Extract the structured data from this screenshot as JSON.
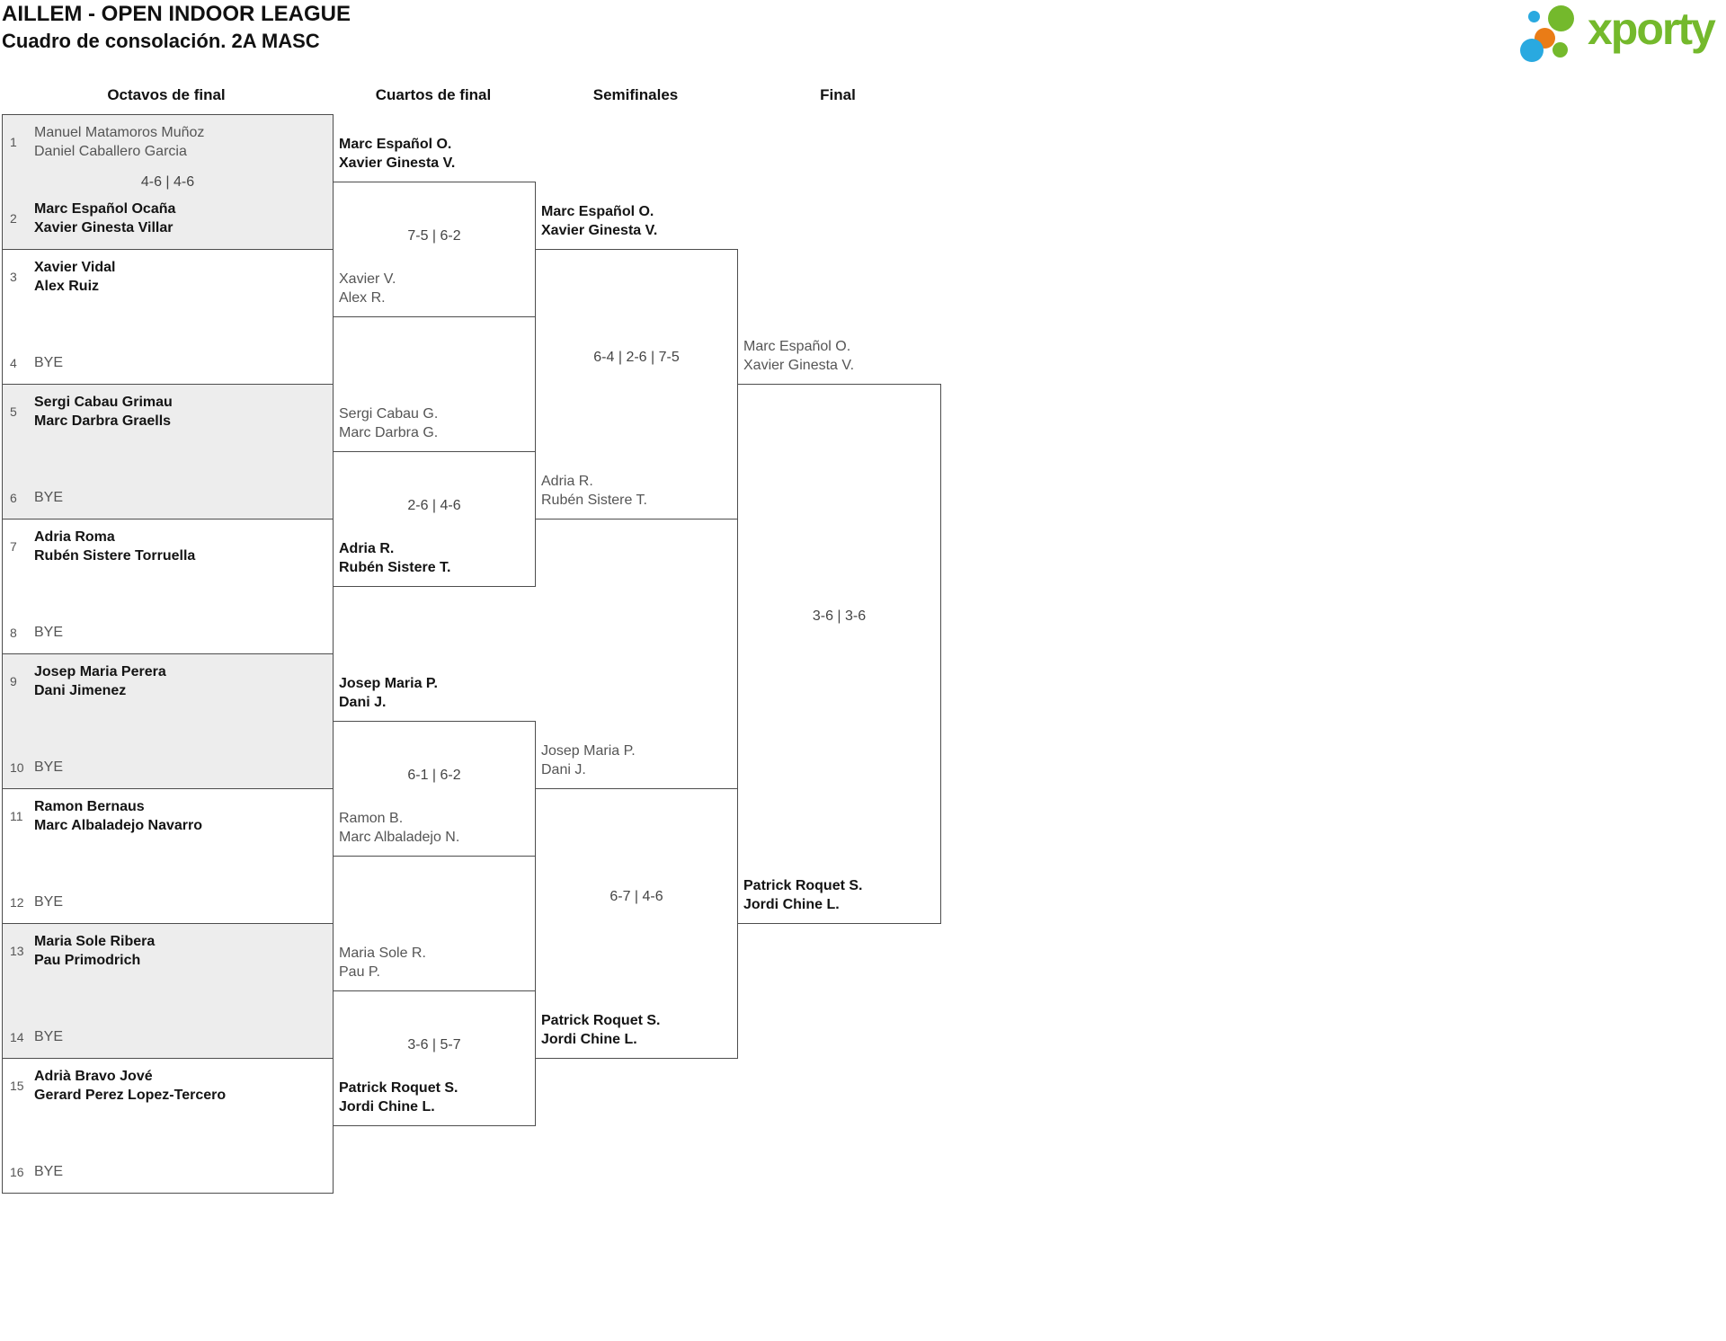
{
  "header": {
    "title": "AILLEM - OPEN INDOOR LEAGUE",
    "subtitle": "Cuadro de consolación. 2A MASC"
  },
  "logo": {
    "brand": "xporty",
    "green": "#74b92c",
    "blue": "#29a9e0",
    "orange": "#ea7c16"
  },
  "round_headers": [
    "Octavos de final",
    "Cuartos de final",
    "Semifinales",
    "Final"
  ],
  "octavos": [
    {
      "seed_top": "1",
      "top_line1": "Manuel Matamoros Muñoz",
      "top_line2": "Daniel Caballero Garcia",
      "top_bold": false,
      "score": "4-6 | 4-6",
      "seed_bottom": "2",
      "bottom_line1": "Marc Español Ocaña",
      "bottom_line2": "Xavier Ginesta Villar",
      "bottom_bold": true
    },
    {
      "seed_top": "3",
      "top_line1": "Xavier Vidal",
      "top_line2": "Alex Ruiz",
      "top_bold": true,
      "score": "",
      "seed_bottom": "4",
      "bottom_line1": "BYE",
      "bottom_line2": "",
      "bottom_bold": false
    },
    {
      "seed_top": "5",
      "top_line1": "Sergi Cabau Grimau",
      "top_line2": "Marc Darbra Graells",
      "top_bold": true,
      "score": "",
      "seed_bottom": "6",
      "bottom_line1": "BYE",
      "bottom_line2": "",
      "bottom_bold": false
    },
    {
      "seed_top": "7",
      "top_line1": "Adria Roma",
      "top_line2": "Rubén Sistere Torruella",
      "top_bold": true,
      "score": "",
      "seed_bottom": "8",
      "bottom_line1": "BYE",
      "bottom_line2": "",
      "bottom_bold": false
    },
    {
      "seed_top": "9",
      "top_line1": "Josep Maria Perera",
      "top_line2": "Dani Jimenez",
      "top_bold": true,
      "score": "",
      "seed_bottom": "10",
      "bottom_line1": "BYE",
      "bottom_line2": "",
      "bottom_bold": false
    },
    {
      "seed_top": "11",
      "top_line1": "Ramon Bernaus",
      "top_line2": "Marc Albaladejo Navarro",
      "top_bold": true,
      "score": "",
      "seed_bottom": "12",
      "bottom_line1": "BYE",
      "bottom_line2": "",
      "bottom_bold": false
    },
    {
      "seed_top": "13",
      "top_line1": "Maria Sole Ribera",
      "top_line2": "Pau Primodrich",
      "top_bold": true,
      "score": "",
      "seed_bottom": "14",
      "bottom_line1": "BYE",
      "bottom_line2": "",
      "bottom_bold": false
    },
    {
      "seed_top": "15",
      "top_line1": "Adrià Bravo Jové",
      "top_line2": "Gerard Perez Lopez-Tercero",
      "top_bold": true,
      "score": "",
      "seed_bottom": "16",
      "bottom_line1": "BYE",
      "bottom_line2": "",
      "bottom_bold": false
    }
  ],
  "cuartos": [
    {
      "top_line1": "Marc Español O.",
      "top_line2": "Xavier Ginesta V.",
      "top_bold": true,
      "score": "7-5 | 6-2",
      "bottom_line1": "Xavier V.",
      "bottom_line2": "Alex R.",
      "bottom_bold": false
    },
    {
      "top_line1": "Sergi Cabau G.",
      "top_line2": "Marc Darbra G.",
      "top_bold": false,
      "score": "2-6 | 4-6",
      "bottom_line1": "Adria R.",
      "bottom_line2": "Rubén Sistere T.",
      "bottom_bold": true
    },
    {
      "top_line1": "Josep Maria P.",
      "top_line2": "Dani J.",
      "top_bold": true,
      "score": "6-1 | 6-2",
      "bottom_line1": "Ramon B.",
      "bottom_line2": "Marc Albaladejo N.",
      "bottom_bold": false
    },
    {
      "top_line1": "Maria Sole R.",
      "top_line2": "Pau P.",
      "top_bold": false,
      "score": "3-6 | 5-7",
      "bottom_line1": "Patrick Roquet S.",
      "bottom_line2": "Jordi Chine L.",
      "bottom_bold": true
    }
  ],
  "semifinales": [
    {
      "top_line1": "Marc Español O.",
      "top_line2": "Xavier Ginesta V.",
      "top_bold": true,
      "score": "6-4 | 2-6 | 7-5",
      "bottom_line1": "Adria R.",
      "bottom_line2": "Rubén Sistere T.",
      "bottom_bold": false
    },
    {
      "top_line1": "Josep Maria P.",
      "top_line2": "Dani J.",
      "top_bold": false,
      "score": "6-7 | 4-6",
      "bottom_line1": "Patrick Roquet S.",
      "bottom_line2": "Jordi Chine L.",
      "bottom_bold": true
    }
  ],
  "final": [
    {
      "top_line1": "Marc Español O.",
      "top_line2": "Xavier Ginesta V.",
      "top_bold": false,
      "score": "3-6 | 3-6",
      "bottom_line1": "Patrick Roquet S.",
      "bottom_line2": "Jordi Chine L.",
      "bottom_bold": true
    }
  ]
}
